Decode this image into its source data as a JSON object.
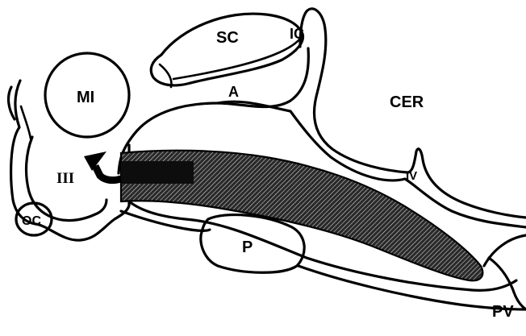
{
  "labels": {
    "sc": "SC",
    "ic": "IC",
    "mi": "MI",
    "a": "A",
    "cer": "CER",
    "iii": "III",
    "iv": "IV",
    "oc": "OC",
    "p": "P",
    "pv": "PV"
  },
  "colors": {
    "stroke": "#000000",
    "hatch": "#111111",
    "background": "#ffffff"
  },
  "icons": {
    "flow_arrow": "curved-arrow-up-left"
  }
}
